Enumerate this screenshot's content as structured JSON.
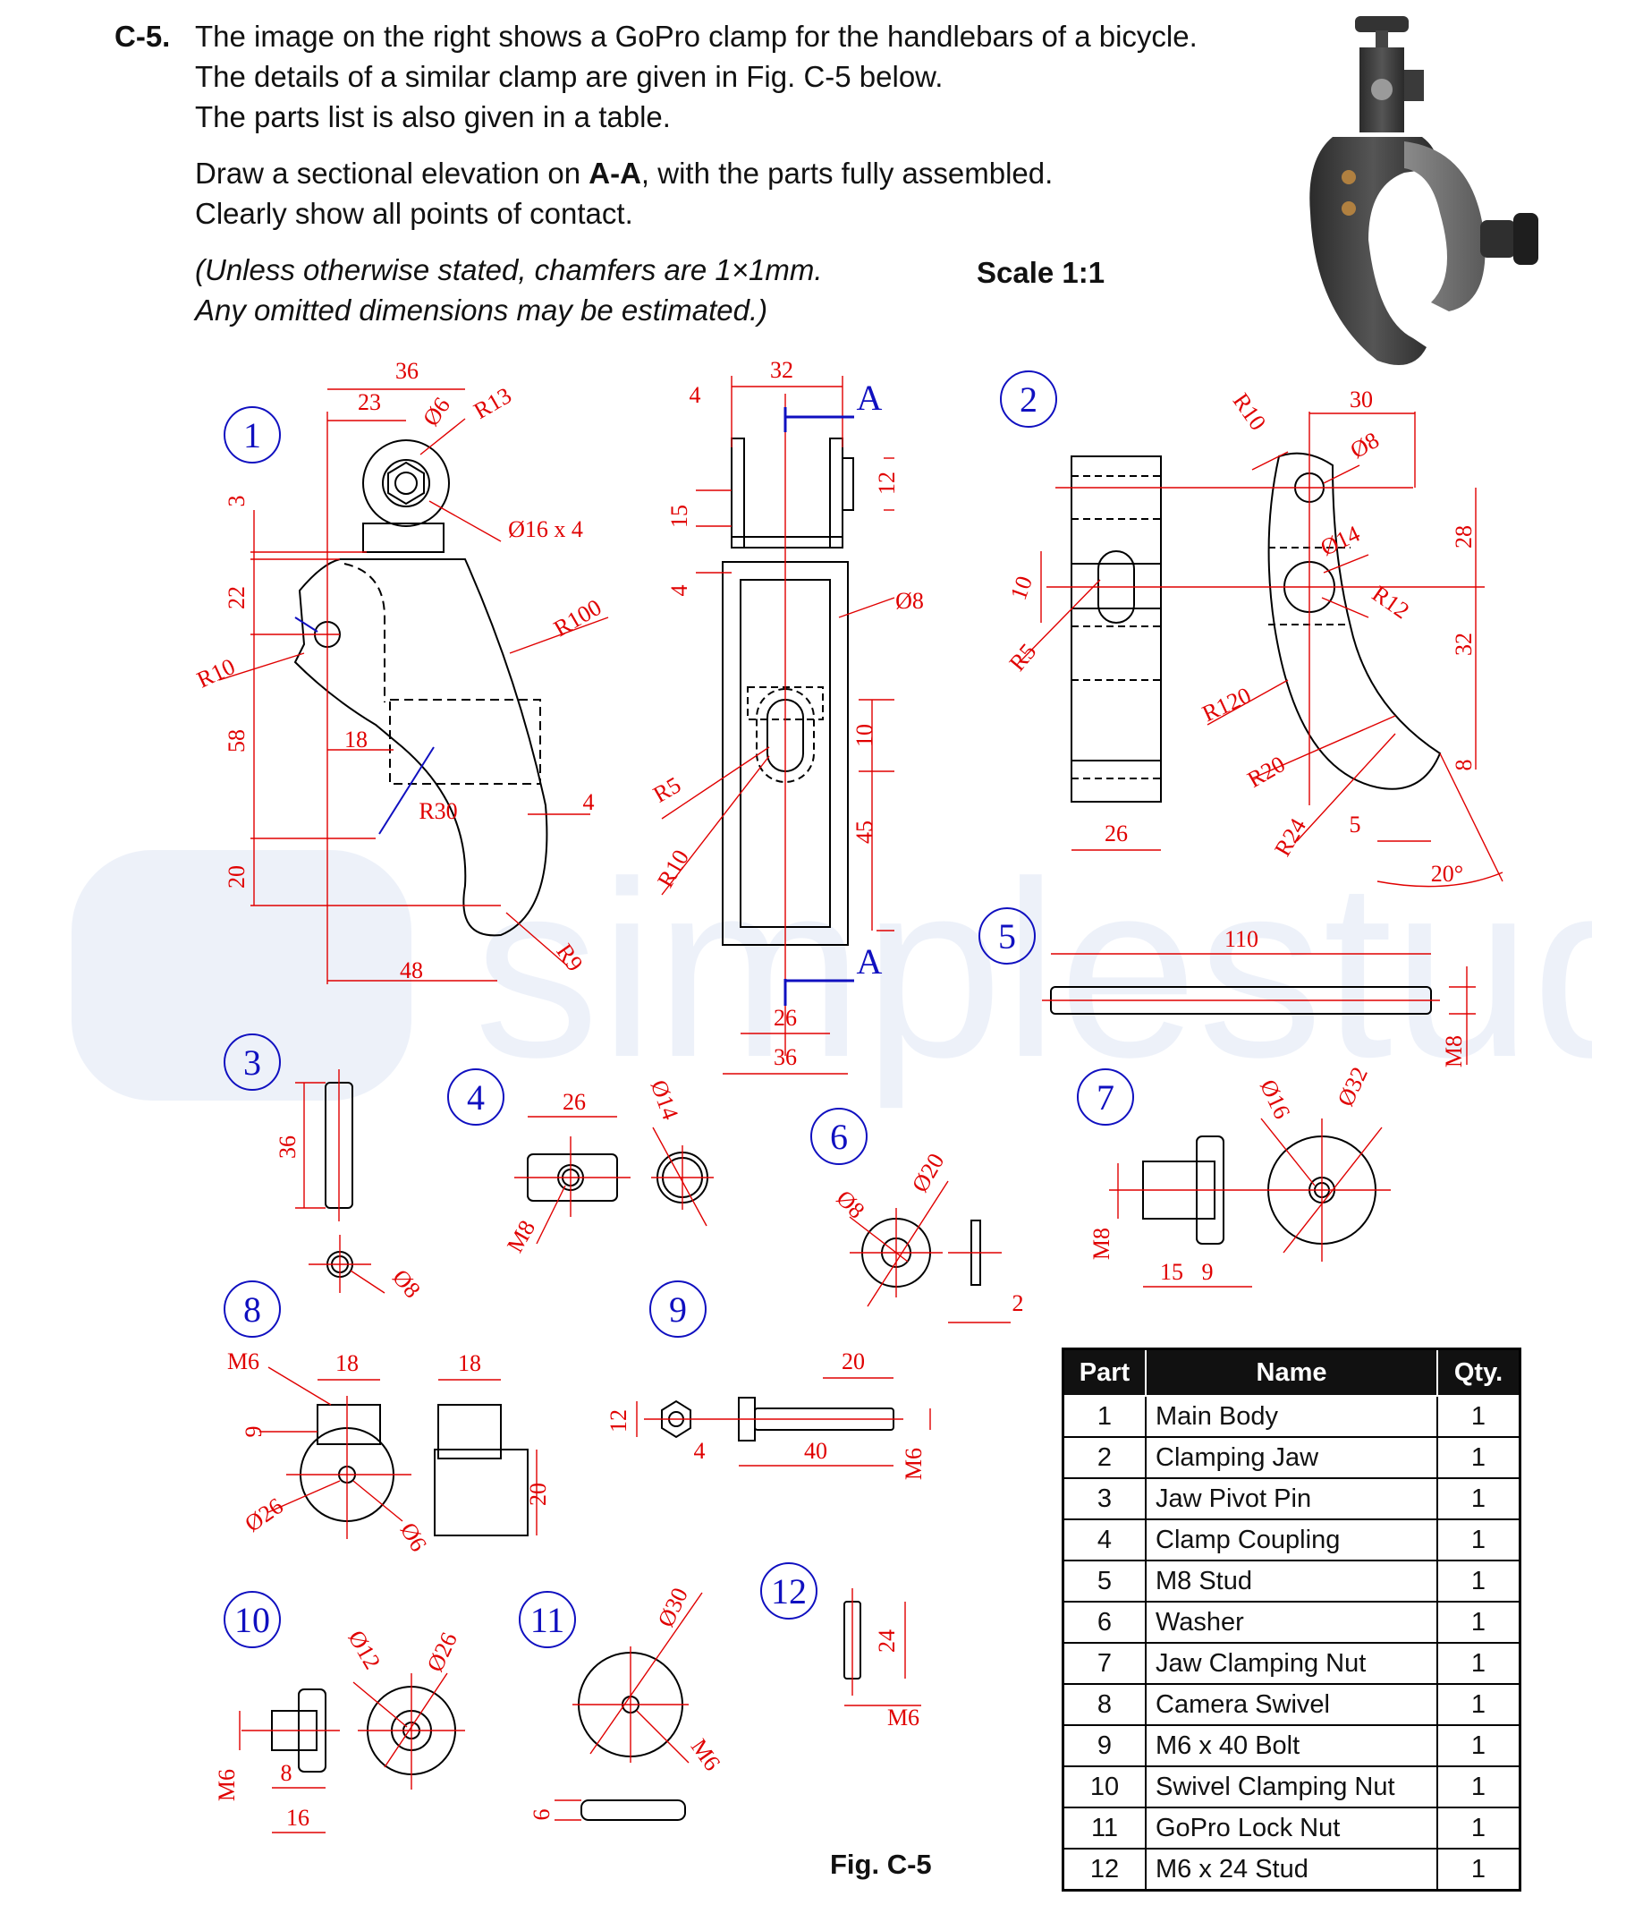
{
  "question": {
    "number": "C-5.",
    "lines": [
      "The image on the right shows a GoPro clamp for the handlebars of a bicycle.",
      "The details of a similar clamp are given in Fig. C-5 below.",
      "The parts list is also given in a table."
    ],
    "instruction_pre": "Draw a sectional elevation on ",
    "instruction_bold": "A-A",
    "instruction_post": ", with the parts fully assembled.",
    "instruction_line2": "Clearly show all points of contact.",
    "note_line1": "(Unless otherwise stated, chamfers are 1×1mm.",
    "note_line2": "Any omitted dimensions may be estimated.)"
  },
  "scale": "Scale 1:1",
  "figure_caption": "Fig. C-5",
  "watermark_text": "simplestudy",
  "part_markers": [
    "1",
    "2",
    "3",
    "4",
    "5",
    "6",
    "7",
    "8",
    "9",
    "10",
    "11",
    "12"
  ],
  "section_marker": "A",
  "dims": {
    "p1": [
      "36",
      "23",
      "Ø6",
      "R13",
      "Ø16 x 4",
      "3",
      "22",
      "R10",
      "R100",
      "58",
      "18",
      "R30",
      "4",
      "20",
      "48",
      "R9"
    ],
    "front": [
      "32",
      "4",
      "12",
      "15",
      "4",
      "Ø8",
      "10",
      "R5",
      "R10",
      "45",
      "26",
      "36"
    ],
    "p2": [
      "10",
      "R5",
      "26",
      "R10",
      "30",
      "Ø8",
      "Ø14",
      "R12",
      "28",
      "32",
      "R120",
      "R20",
      "R24",
      "5",
      "8",
      "20°"
    ],
    "p3": [
      "36",
      "Ø8"
    ],
    "p4": [
      "26",
      "Ø14",
      "M8"
    ],
    "p5": [
      "110",
      "M8"
    ],
    "p6": [
      "Ø8",
      "Ø20",
      "2"
    ],
    "p7": [
      "Ø16",
      "Ø32",
      "M8",
      "15",
      "9"
    ],
    "p8": [
      "M6",
      "18",
      "18",
      "9",
      "20",
      "Ø26",
      "Ø6"
    ],
    "p9": [
      "20",
      "12",
      "4",
      "40",
      "M6"
    ],
    "p10": [
      "Ø12",
      "Ø26",
      "M6",
      "8",
      "16"
    ],
    "p11": [
      "Ø30",
      "M6",
      "6"
    ],
    "p12": [
      "24",
      "M6"
    ]
  },
  "parts_table": {
    "headers": [
      "Part",
      "Name",
      "Qty."
    ],
    "rows": [
      [
        "1",
        "Main Body",
        "1"
      ],
      [
        "2",
        "Clamping Jaw",
        "1"
      ],
      [
        "3",
        "Jaw Pivot Pin",
        "1"
      ],
      [
        "4",
        "Clamp Coupling",
        "1"
      ],
      [
        "5",
        "M8 Stud",
        "1"
      ],
      [
        "6",
        "Washer",
        "1"
      ],
      [
        "7",
        "Jaw Clamping Nut",
        "1"
      ],
      [
        "8",
        "Camera Swivel",
        "1"
      ],
      [
        "9",
        "M6 x 40 Bolt",
        "1"
      ],
      [
        "10",
        "Swivel Clamping Nut",
        "1"
      ],
      [
        "11",
        "GoPro Lock Nut",
        "1"
      ],
      [
        "12",
        "M6 x 24 Stud",
        "1"
      ]
    ]
  }
}
